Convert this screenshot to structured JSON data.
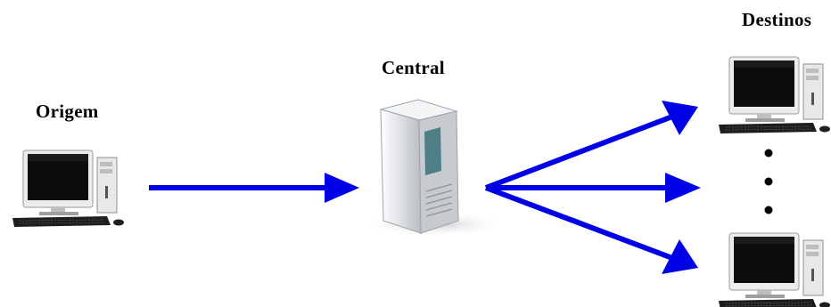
{
  "labels": {
    "origin": "Origem",
    "central": "Central",
    "destinations": "Destinos"
  },
  "colors": {
    "arrow": "#0000e6",
    "monitor_body": "#e9e9e9",
    "screen": "#0c0c0c",
    "server_body": "#d8dade",
    "server_panel": "#4f7f86"
  },
  "icons": {
    "origin": "desktop-computer-icon",
    "central": "server-tower-icon",
    "destination": "desktop-computer-icon",
    "ellipsis": "vertical-ellipsis-icon"
  }
}
